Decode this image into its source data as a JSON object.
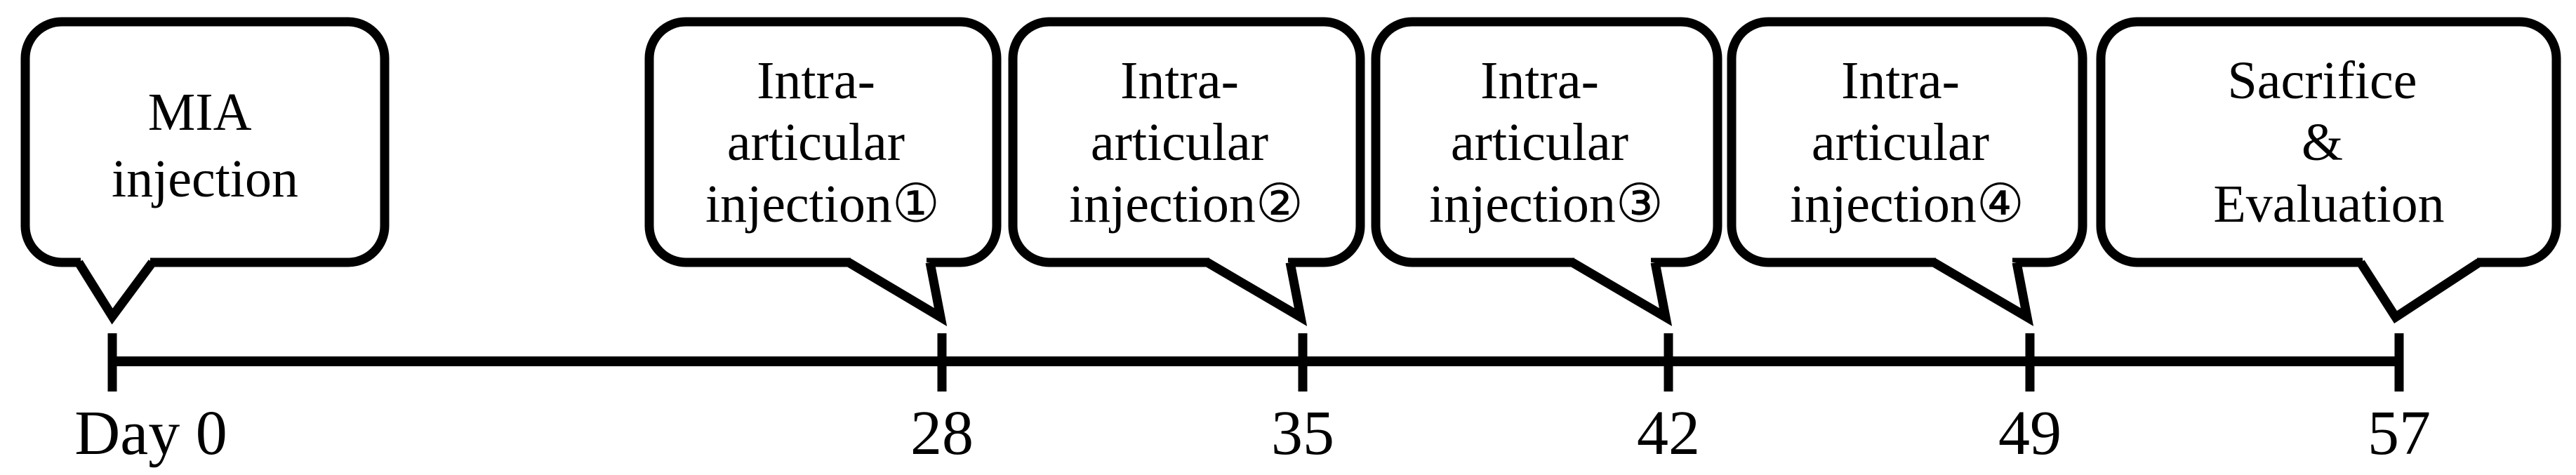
{
  "diagram": {
    "type": "experimental-timeline",
    "colors": {
      "stroke": "#000000",
      "fill": "#ffffff"
    },
    "events": [
      {
        "id": "mia-injection",
        "day_label": "Day 0",
        "lines": [
          "MIA",
          "injection"
        ]
      },
      {
        "id": "intra-articular-injection-1",
        "day_label": "28",
        "lines": [
          "Intra-",
          "articular",
          "injection①"
        ]
      },
      {
        "id": "intra-articular-injection-2",
        "day_label": "35",
        "lines": [
          "Intra-",
          "articular",
          "injection②"
        ]
      },
      {
        "id": "intra-articular-injection-3",
        "day_label": "42",
        "lines": [
          "Intra-",
          "articular",
          "injection③"
        ]
      },
      {
        "id": "intra-articular-injection-4",
        "day_label": "49",
        "lines": [
          "Intra-",
          "articular",
          "injection④"
        ]
      },
      {
        "id": "sacrifice-evaluation",
        "day_label": "57",
        "lines": [
          "Sacrifice",
          "&",
          "Evaluation"
        ]
      }
    ]
  }
}
